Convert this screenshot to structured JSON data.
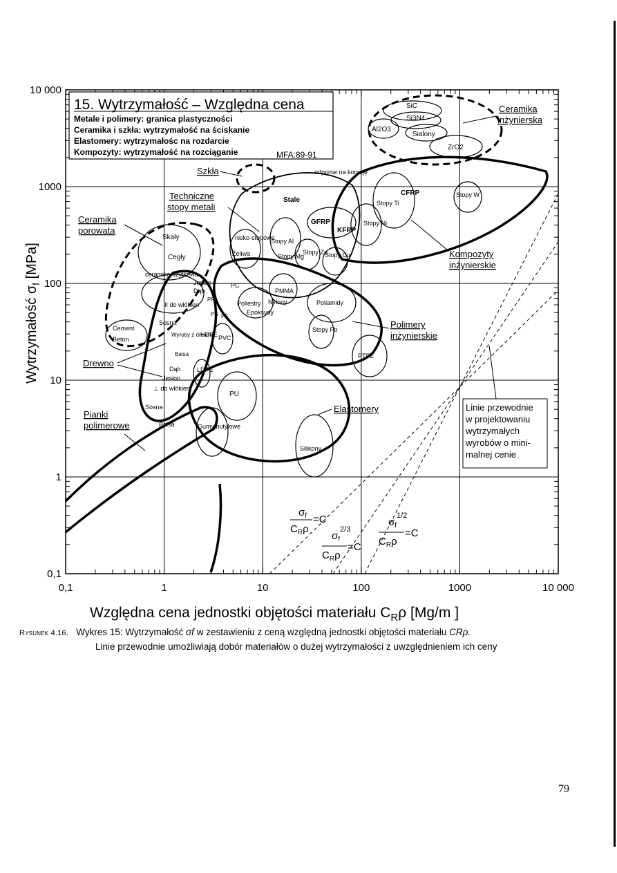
{
  "chart_data": {
    "type": "scatter",
    "subtype": "material-property-chart (Ashby)",
    "title": "15. Wytrzymałość – Względna cena",
    "legend_lines": [
      "Metale i polimery: granica plastyczności",
      "Ceramika i szkła: wytrzymałość na ściskanie",
      "Elastomery: wytrzymałośc na rozdarcie",
      "Kompozyty: wytrzymałość na rozciąganie"
    ],
    "source_tag": "MFA:89-91",
    "xlabel": "Względna cena jednostki objętości materiału C",
    "xlabel_sub": "R",
    "xlabel_tail": "ρ [Mg/m ]",
    "ylabel": "Wytrzymałość σ",
    "ylabel_sub": "f",
    "ylabel_tail": " [MPa]",
    "xscale": "log",
    "yscale": "log",
    "xlim": [
      0.1,
      10000
    ],
    "ylim": [
      0.1,
      10000
    ],
    "x_tick_labels": [
      "0,1",
      "1",
      "10",
      "100",
      "1000",
      "10 000"
    ],
    "y_tick_labels": [
      "0,1",
      "1",
      "10",
      "100",
      "1000",
      "10 000"
    ],
    "grid": "major decades, partial",
    "guide_lines": [
      {
        "label": "σf / CRρ = C",
        "slope": 1
      },
      {
        "label": "σf^(2/3) / CRρ = C",
        "slope": 1.5
      },
      {
        "label": "σf^(1/2) / CRρ = C",
        "slope": 2
      }
    ],
    "guide_pivot": {
      "x": 1000,
      "y": 8.5
    },
    "guide_note": [
      "Linie przewodnie",
      "w projektowaniu",
      "wytrzymałych",
      "wyrobów o mini-",
      "malnej cenie"
    ],
    "family_labels": [
      {
        "text": "Ceramika inżynierska",
        "style": "underlined"
      },
      {
        "text": "Szkła",
        "style": "underlined"
      },
      {
        "text": "Techniczne stopy metali",
        "style": "underlined"
      },
      {
        "text": "Ceramika porowata",
        "style": "underlined"
      },
      {
        "text": "Kompozyty inżynierskie",
        "style": "underlined"
      },
      {
        "text": "Polimery inżynierskie",
        "style": "underlined"
      },
      {
        "text": "Drewno",
        "style": "underlined"
      },
      {
        "text": "Elastomery",
        "style": "underlined"
      },
      {
        "text": "Pianki polimerowe",
        "style": "underlined"
      }
    ],
    "material_labels": [
      "SiC",
      "Si3N4",
      "Al2O3",
      "Sialony",
      "ZrO2",
      "odporne na korozję",
      "Stale",
      "CFRP",
      "Stopy Ti",
      "Stopy W",
      "GFRP",
      "KFRP",
      "Stopy Ni",
      "nisko-stopowe",
      "Stopy Al",
      "Żeliwa",
      "Stopy Mg",
      "Stopy Zn",
      "Stopy Cu",
      "Skały",
      "Cegły",
      "ceramika użytkowa",
      "Cement",
      "Beton",
      "Jesion",
      "Dąb",
      "II do włókien",
      "Sosna",
      "Wyroby z drewna",
      "Balsa",
      "PC",
      "PP",
      "PS",
      "PF",
      "PMMA",
      "Poliestry",
      "Nylony",
      "Epoksydy",
      "Poliamidy",
      "Stopy Pb",
      "HDPE",
      "PVC",
      "PTFE",
      "LDPE",
      "Dąb",
      "Jesion",
      "⊥ do włókien",
      "Sosna",
      "Balsa",
      "PU",
      "Gumy butylowe",
      "Silikony"
    ]
  },
  "caption": {
    "figure_id": "Rysunek 4.16.",
    "line1_pre": "Wykres 15: Wytrzymałość",
    "line1_symbol": "σf",
    "line1_post": "w zestawieniu z ceną względną jednostki objętości materiału",
    "line1_sym2": "CRρ.",
    "line2": "Linie przewodnie umożliwiają dobór materiałów o dużej wytrzymałości z uwzględnieniem ich ceny"
  },
  "page_number": "79"
}
